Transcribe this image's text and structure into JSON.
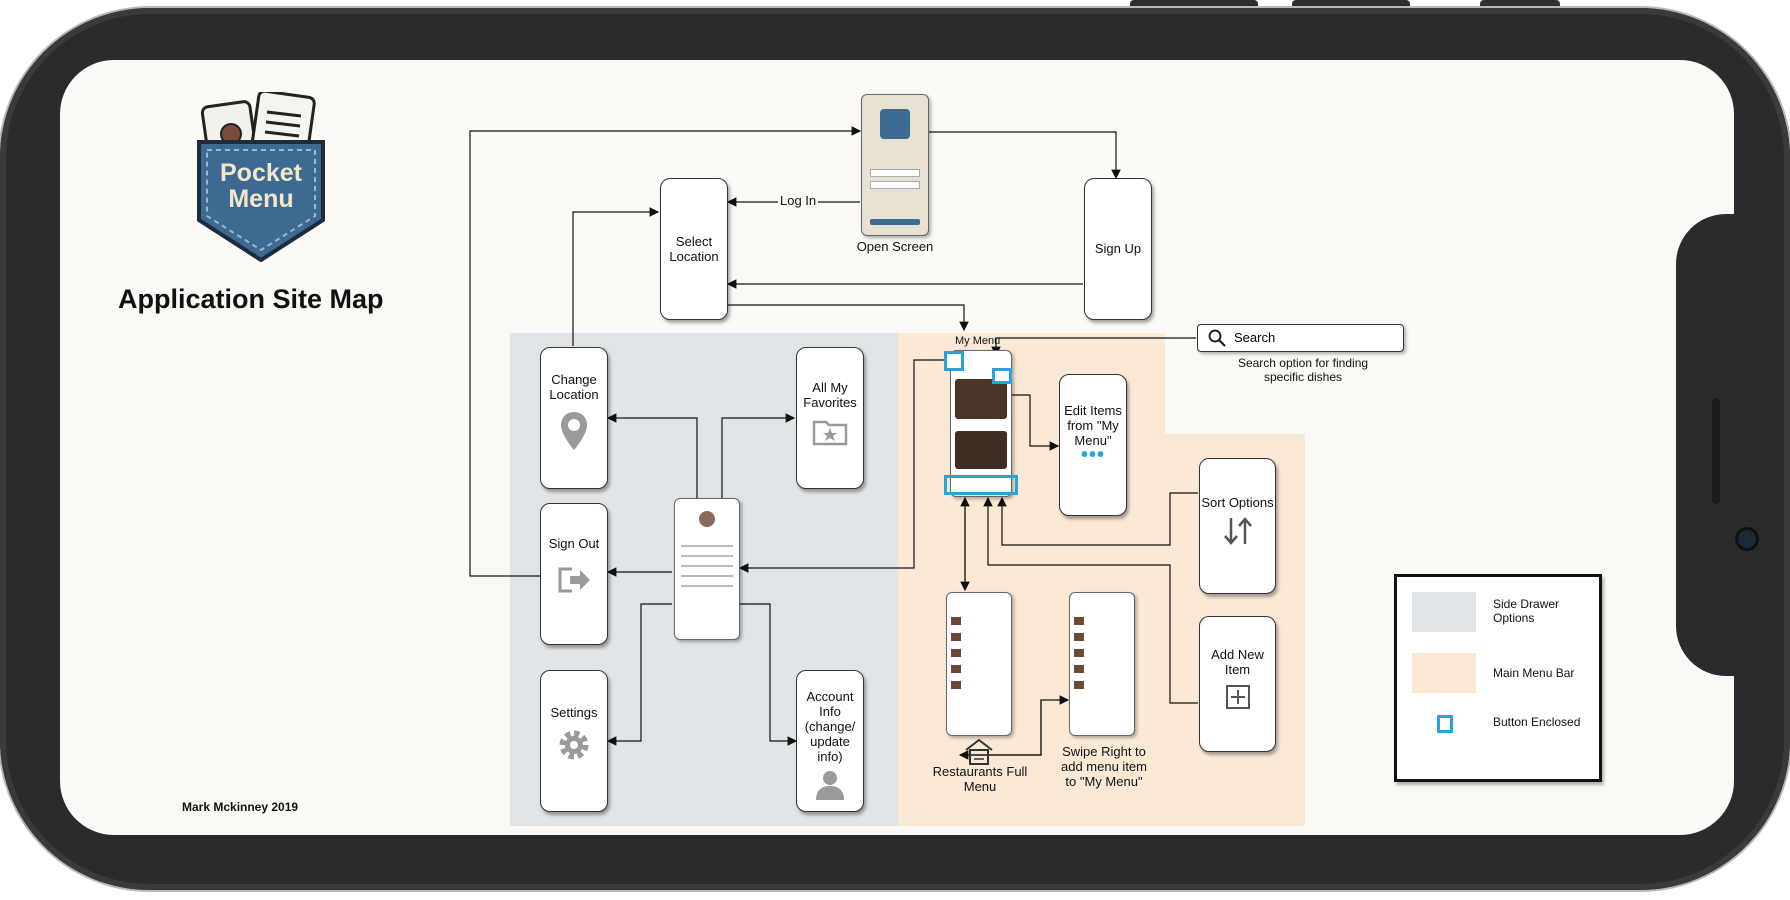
{
  "title": "Application Site Map",
  "credit": "Mark Mckinney 2019",
  "logo": {
    "line1": "Pocket",
    "line2": "Menu"
  },
  "nodes": {
    "open_screen": "Open Screen",
    "log_in": "Log In",
    "select_location": "Select Location",
    "sign_up": "Sign Up",
    "my_menu": "My Menu",
    "change_location": "Change Location",
    "all_my_favorites": "All My Favorites",
    "sign_out": "Sign Out",
    "settings": "Settings",
    "account_info": "Account Info (change/ update info)",
    "edit_items": "Edit Items from \"My Menu\"",
    "sort_options": "Sort Options",
    "add_new_item": "Add New Item",
    "restaurants_full_menu": "Restaurants Full Menu",
    "swipe_right": "Swipe Right to add menu item to \"My Menu\""
  },
  "search": {
    "label": "Search",
    "caption": "Search option for finding specific dishes"
  },
  "legend": [
    {
      "label": "Side Drawer Options",
      "color": "#dfe4e7"
    },
    {
      "label": "Main Menu Bar",
      "color": "#fbe9d6"
    },
    {
      "label": "Button Enclosed",
      "color": "#29a3e0"
    }
  ],
  "colors": {
    "accent": "#29a3e0",
    "phone": "#2b2b2d",
    "screen": "#fbf9f5"
  }
}
